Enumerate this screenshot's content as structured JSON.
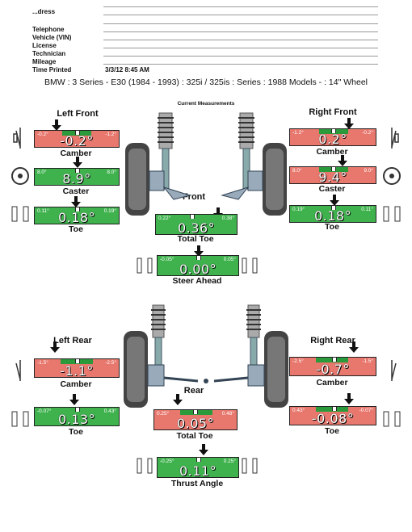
{
  "header": {
    "fields": [
      {
        "label": "...dress",
        "value": ""
      },
      {
        "label": "Telephone",
        "value": ""
      },
      {
        "label": "Vehicle (VIN)",
        "value": ""
      },
      {
        "label": "License",
        "value": ""
      },
      {
        "label": "Technician",
        "value": ""
      },
      {
        "label": "Mileage",
        "value": ""
      },
      {
        "label": "Time Printed",
        "value": "3/3/12 8:45 AM"
      }
    ],
    "vehicle": "BMW : 3 Series - E30 (1984 - 1993) : 325i / 325is : Series : 1988 Models - : 14\" Wheel",
    "current_measurements": "Current Measurements"
  },
  "front": {
    "label": "Front",
    "left_title": "Left Front",
    "right_title": "Right Front",
    "left": [
      {
        "name": "Camber",
        "min": "-0.2°",
        "max": "-1.2°",
        "value": "-0.2°",
        "status": "red"
      },
      {
        "name": "Caster",
        "min": "8.0°",
        "max": "8.0°",
        "value": "8.9°",
        "status": "green"
      },
      {
        "name": "Toe",
        "min": "0.11°",
        "max": "0.19°",
        "value": "0.18°",
        "status": "green"
      }
    ],
    "right": [
      {
        "name": "Camber",
        "min": "-1.2°",
        "max": "-0.2°",
        "value": "0.2°",
        "status": "red"
      },
      {
        "name": "Caster",
        "min": "8.0°",
        "max": "9.0°",
        "value": "9.4°",
        "status": "red"
      },
      {
        "name": "Toe",
        "min": "0.19°",
        "max": "0.11°",
        "value": "0.18°",
        "status": "green"
      }
    ],
    "total_toe": {
      "name": "Total Toe",
      "min": "0.22°",
      "max": "0.38°",
      "value": "0.36°",
      "status": "green"
    },
    "steer_ahead": {
      "name": "Steer Ahead",
      "min": "-0.05°",
      "max": "0.05°",
      "value": "0.00°",
      "status": "green"
    }
  },
  "rear": {
    "label": "Rear",
    "left_title": "Left Rear",
    "right_title": "Right Rear",
    "left": [
      {
        "name": "Camber",
        "min": "-1.5°",
        "max": "-2.5°",
        "value": "-1.1°",
        "status": "red"
      },
      {
        "name": "Toe",
        "min": "-0.07°",
        "max": "0.43°",
        "value": "0.13°",
        "status": "green"
      }
    ],
    "right": [
      {
        "name": "Camber",
        "min": "-2.5°",
        "max": "-1.5°",
        "value": "-0.7°",
        "status": "red"
      },
      {
        "name": "Toe",
        "min": "0.43°",
        "max": "-0.07°",
        "value": "-0.08°",
        "status": "red"
      }
    ],
    "total_toe": {
      "name": "Total Toe",
      "min": "0.25°",
      "max": "0.48°",
      "value": "0.05°",
      "status": "red"
    },
    "thrust_angle": {
      "name": "Thrust Angle",
      "min": "-0.25°",
      "max": "0.25°",
      "value": "0.11°",
      "status": "green"
    }
  },
  "colors": {
    "out_of_spec": "#e8776d",
    "in_spec": "#3fb24e"
  }
}
